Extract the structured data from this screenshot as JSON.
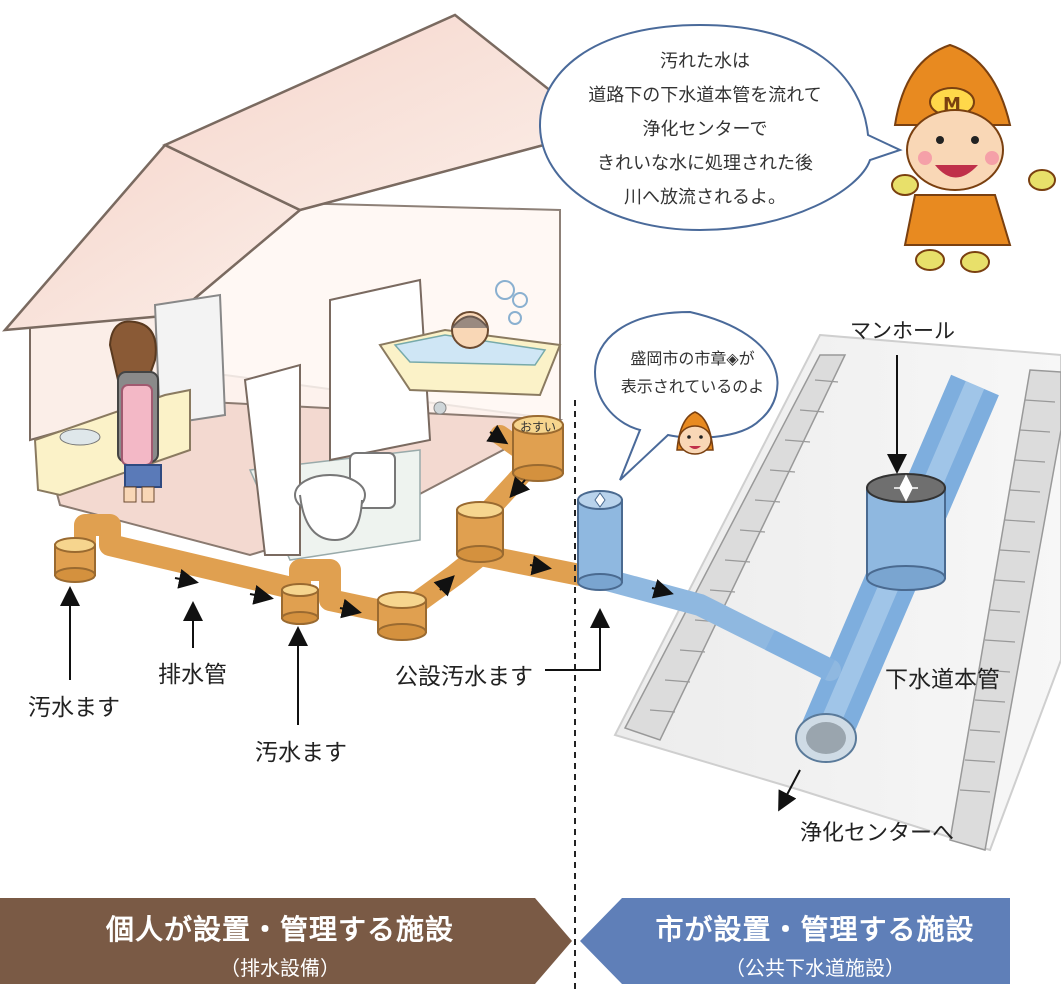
{
  "speech_bubble_main": {
    "lines": [
      "汚れた水は",
      "道路下の下水道本管を流れて",
      "浄化センターで",
      "きれいな水に処理された後",
      "川へ放流されるよ。"
    ]
  },
  "speech_bubble_small": {
    "line1_before": "盛岡市の市章",
    "line1_after": "が",
    "line2": "表示されているのよ"
  },
  "labels": {
    "tank_oshui": "おすい",
    "manhole": "マンホール",
    "sewer_main_pipe": "下水道本管",
    "public_inlet": "公設汚水ます",
    "drain_pipe": "排水管",
    "inlet_left": "汚水ます",
    "inlet_middle": "汚水ます",
    "to_treatment_center": "浄化センターへ"
  },
  "banners": {
    "left": {
      "title": "個人が設置・管理する施設",
      "subtitle": "（排水設備）"
    },
    "right": {
      "title": "市が設置・管理する施設",
      "subtitle": "（公共下水道施設）"
    }
  },
  "colors": {
    "left_banner": "#7a5a45",
    "right_banner": "#5f7fb8",
    "private_pipe": "#e0a050",
    "public_pipe": "#8fb8e0"
  }
}
